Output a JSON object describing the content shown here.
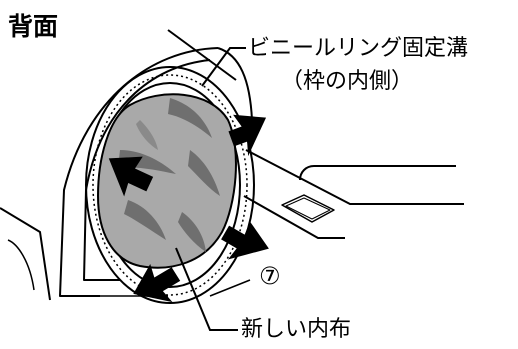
{
  "title": "背面",
  "labels": {
    "groove": "ビニールリング固定溝",
    "groove_sub": "（枠の内側）",
    "step": "⑦",
    "new_cloth": "新しい内布"
  },
  "icons": {
    "arrows": [
      "arrow-icon",
      "arrow-icon",
      "arrow-icon",
      "arrow-icon"
    ]
  },
  "colors": {
    "line": "#000000",
    "cloth_fill": "#a9a9a9",
    "cloth_folds": "#6f6f6f",
    "background": "#ffffff"
  }
}
